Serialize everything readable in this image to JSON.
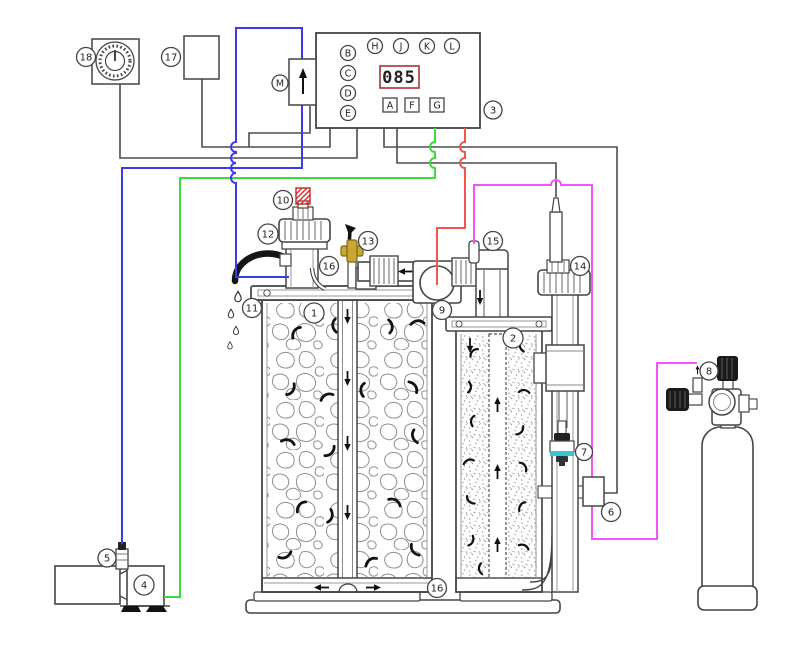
{
  "panel": {
    "label": "3",
    "display_value": "085",
    "left_indicators": [
      "B",
      "C",
      "D",
      "E"
    ],
    "top_indicators": [
      "H",
      "J",
      "K",
      "L"
    ],
    "buttons": [
      "A",
      "F",
      "G"
    ]
  },
  "inline_pump_label": "M",
  "labels": {
    "n1": "1",
    "n2": "2",
    "n4": "4",
    "n5": "5",
    "n6": "6",
    "n7": "7",
    "n8": "8",
    "n9": "9",
    "n10": "10",
    "n11": "11",
    "n12": "12",
    "n13": "13",
    "n14": "14",
    "n15": "15",
    "n16_tube": "16",
    "n16_base": "16",
    "n17": "17",
    "n18": "18"
  },
  "colors": {
    "blue_line": "#3a3af0",
    "green_line": "#3ddb3d",
    "red_line": "#f05550",
    "magenta_line": "#f653f6",
    "dark_wire": "#4d4d4d",
    "cyan_band": "#35c8d2",
    "display_red": "#ee1111",
    "valve_yellow": "#c9a832",
    "knob_red_hatch": "#dd3333"
  }
}
